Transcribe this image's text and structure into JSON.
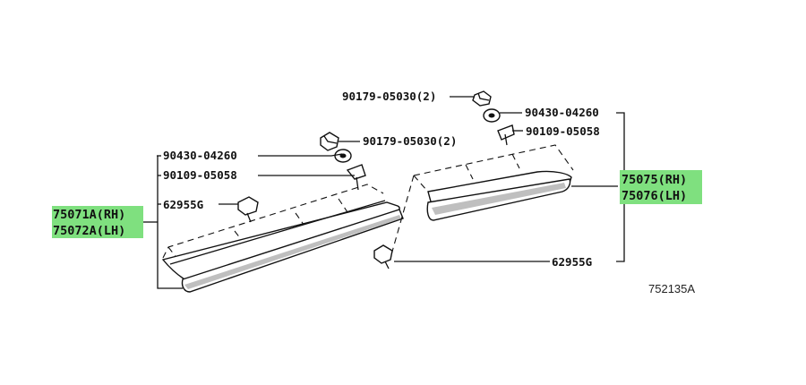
{
  "labels": {
    "p_90179_top": "90179-05030(2)",
    "p_90430_right": "90430-04260",
    "p_90109_right": "90109-05058",
    "p_90179_mid": "90179-05030(2)",
    "p_90430_left": "90430-04260",
    "p_90109_left": "90109-05058",
    "p_62955_left": "62955G",
    "p_62955_right": "62955G",
    "p_75071": "75071A(RH)",
    "p_75072": "75072A(LH)",
    "p_75075": "75075(RH)",
    "p_75076": "75076(LH)",
    "ref_number": "752135A"
  },
  "colors": {
    "highlight": "#7fe07f",
    "ink": "#111111"
  }
}
